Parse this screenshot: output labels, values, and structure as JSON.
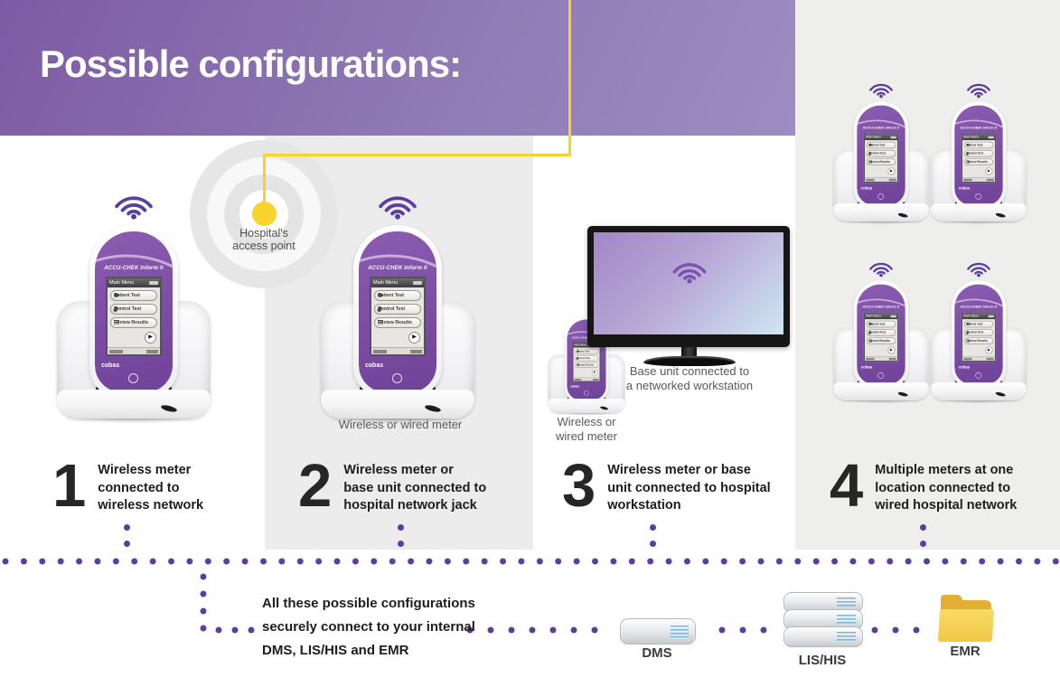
{
  "title": "Possible configurations:",
  "access_point": {
    "line1": "Hospital's",
    "line2": "access point"
  },
  "meter": {
    "brand": "ACCU-CHEK Inform II",
    "screen_title": "Main Menu",
    "menu_items": [
      {
        "icon": "droplet-icon",
        "label": "Patient Test"
      },
      {
        "icon": "control-vial-icon",
        "label": "Control Test"
      },
      {
        "icon": "review-results-icon",
        "label": "Review Results"
      }
    ],
    "next_arrow": "▶",
    "logo": "cobas"
  },
  "configs": [
    {
      "number": "1",
      "lines": [
        "Wireless meter",
        "connected to",
        "wireless network"
      ]
    },
    {
      "number": "2",
      "lines": [
        "Wireless meter or",
        "base unit connected to",
        "hospital network jack"
      ],
      "caption": "Wireless or wired meter"
    },
    {
      "number": "3",
      "lines": [
        "Wireless meter or base",
        "unit connected to hospital",
        "workstation"
      ],
      "meter_caption_line1": "Wireless or",
      "meter_caption_line2": "wired meter",
      "monitor_caption_line1": "Base unit connected to",
      "monitor_caption_line2": "a networked workstation"
    },
    {
      "number": "4",
      "lines": [
        "Multiple meters at one",
        "location connected to",
        "wired hospital network"
      ]
    }
  ],
  "footer": {
    "lines": [
      "All these possible configurations",
      "securely connect to your internal",
      "DMS, LIS/HIS and EMR"
    ],
    "systems": [
      {
        "icon": "server-icon",
        "label": "DMS"
      },
      {
        "icon": "server-stack-icon",
        "label": "LIS/HIS"
      },
      {
        "icon": "folder-icon",
        "label": "EMR"
      }
    ]
  },
  "colors": {
    "accent_purple": "#5c3d9e",
    "brand_purple": "#7d4fa5",
    "yellow": "#f7d32b"
  }
}
